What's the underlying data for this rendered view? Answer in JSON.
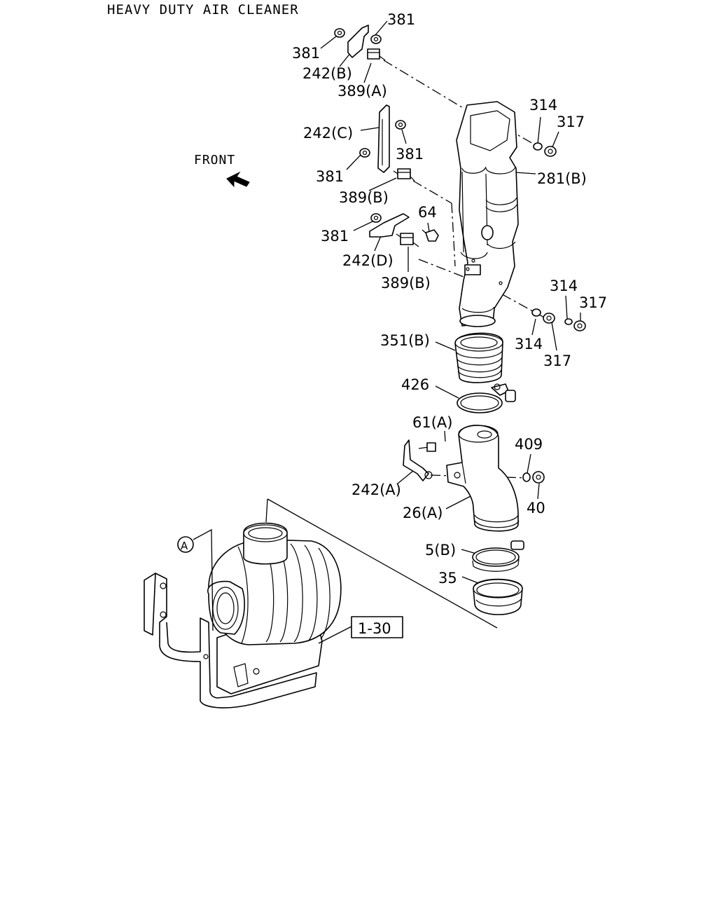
{
  "title": "HEAVY DUTY AIR CLEANER",
  "front_label": "FRONT",
  "callout_letter": "A",
  "ref_box": "1-30",
  "labels": {
    "l381_a": "381",
    "l381_b": "381",
    "l242b": "242(B)",
    "l389a": "389(A)",
    "l242c": "242(C)",
    "l381_c": "381",
    "l381_d": "381",
    "l389b_1": "389(B)",
    "l314_a": "314",
    "l317_a": "317",
    "l281b": "281(B)",
    "l64": "64",
    "l381_e": "381",
    "l242d": "242(D)",
    "l389b_2": "389(B)",
    "l314_b": "314",
    "l317_b": "317",
    "l314_c": "314",
    "l317_c": "317",
    "l351b": "351(B)",
    "l426": "426",
    "l61a": "61(A)",
    "l409": "409",
    "l242a": "242(A)",
    "l40": "40",
    "l26a": "26(A)",
    "l5b": "5(B)",
    "l35": "35"
  }
}
